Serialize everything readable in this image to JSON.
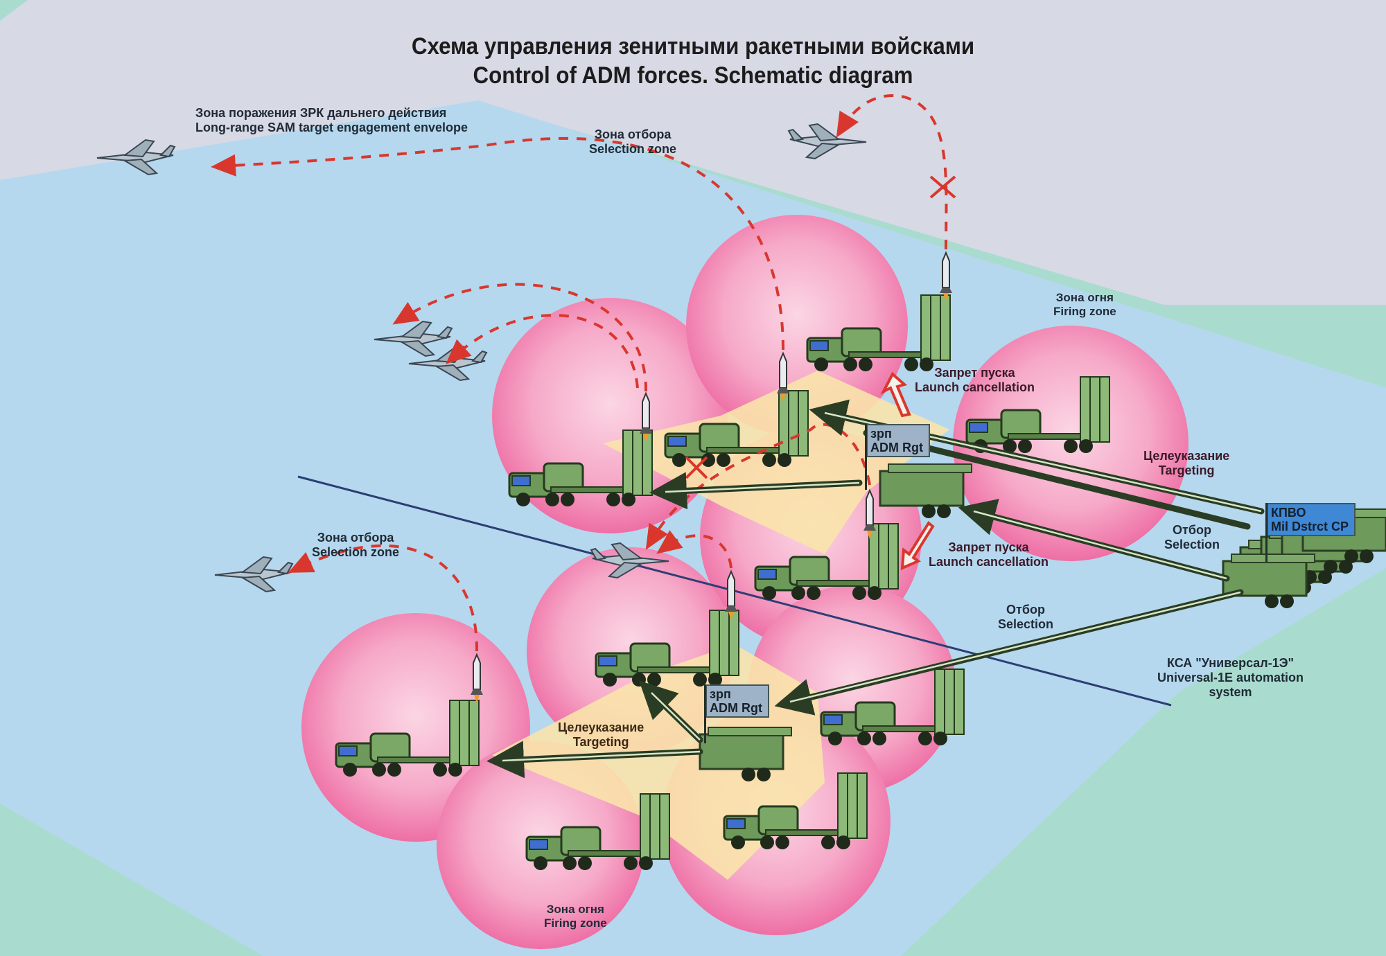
{
  "title": {
    "ru": "Схема управления зенитными ракетными войсками",
    "en": "Control of ADM forces. Schematic diagram"
  },
  "labels": {
    "long_range_zone": {
      "ru": "Зона поражения ЗРК дальнего действия",
      "en": "Long-range SAM target engagement envelope"
    },
    "selection_zone_top": {
      "ru": "Зона отбора",
      "en": "Selection zone"
    },
    "selection_zone_left": {
      "ru": "Зона отбора",
      "en": "Selection zone"
    },
    "firing_zone_top": {
      "ru": "Зона огня",
      "en": "Firing zone"
    },
    "firing_zone_bottom": {
      "ru": "Зона огня",
      "en": "Firing zone"
    },
    "launch_cancel_top": {
      "ru": "Запрет пуска",
      "en": "Launch cancellation"
    },
    "launch_cancel_mid": {
      "ru": "Запрет пуска",
      "en": "Launch cancellation"
    },
    "targeting_right": {
      "ru": "Целеуказание",
      "en": "Targeting"
    },
    "targeting_bottom": {
      "ru": "Целеуказание",
      "en": "Targeting"
    },
    "selection_right": {
      "ru": "Отбор",
      "en": "Selection"
    },
    "selection_mid": {
      "ru": "Отбор",
      "en": "Selection"
    },
    "automation": {
      "ru": "КСА \"Универсал-1Э\"",
      "en": "Universal-1E automation",
      "en2": "system"
    }
  },
  "flags": {
    "district_cp": {
      "ru": "КПВО",
      "en": "Mil Dstrct CP"
    },
    "regiment_top": {
      "ru": "зрп",
      "en": "ADM Rgt"
    },
    "regiment_bottom": {
      "ru": "зрп",
      "en": "ADM Rgt"
    }
  },
  "colors": {
    "outer_zone": "#d9d8e6",
    "selection_zone": "#b5d8ee",
    "background": "#a9dccf",
    "firing_zone": "#f07fb0",
    "regiment_area": "#f9e3ab",
    "missile_path": "#d9372e",
    "command_arrow": "#2f4a2a",
    "vehicle": "#6d9a5a",
    "cp_flag": "#3f88d6",
    "rgt_flag": "#9fb3c8"
  }
}
